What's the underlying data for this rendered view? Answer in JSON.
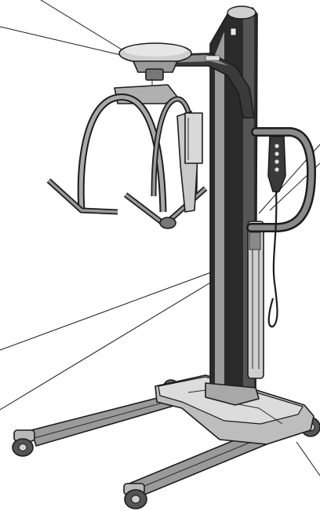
{
  "figure": {
    "subject": "patient-lift",
    "callouts": [
      {
        "id": "spreader-bar-attachment"
      },
      {
        "id": "lift-arm"
      },
      {
        "id": "handset-and-push-handle"
      },
      {
        "id": "mast-and-actuator"
      },
      {
        "id": "base-and-castors"
      }
    ],
    "colors": {
      "mast": "#2b2b2b",
      "base_top": "#d6d6d6",
      "frame": "#8a8a8a",
      "outline": "#1c1c1c",
      "leader_line": "#1a1a1a"
    }
  }
}
